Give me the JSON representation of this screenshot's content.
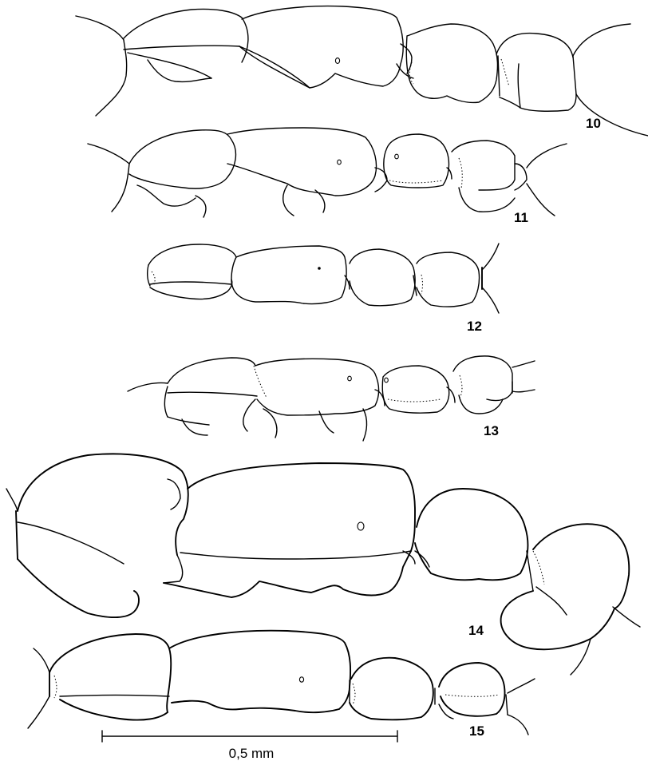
{
  "figures": [
    {
      "label": "10"
    },
    {
      "label": "11"
    },
    {
      "label": "12"
    },
    {
      "label": "13"
    },
    {
      "label": "14"
    },
    {
      "label": "15"
    }
  ],
  "scale_bar": {
    "label": "0,5 mm"
  }
}
